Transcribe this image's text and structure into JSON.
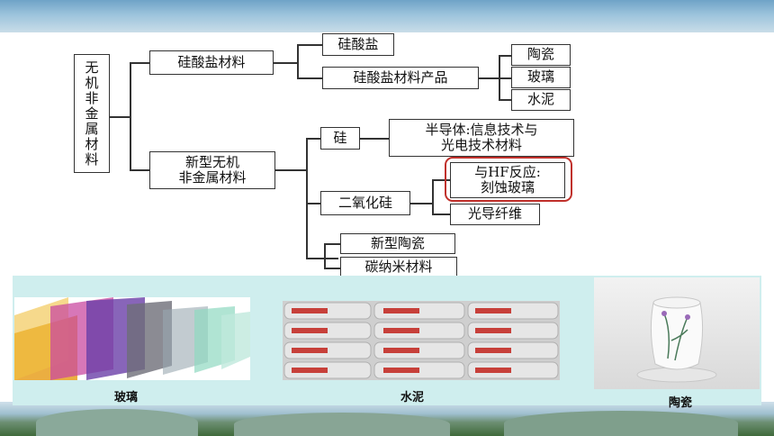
{
  "diagram": {
    "root": "无\n机\n非\n金\n属\n材\n料",
    "silicate_materials": "硅酸盐材料",
    "silicate": "硅酸盐",
    "silicate_products": "硅酸盐材料产品",
    "ceramic": "陶瓷",
    "glass": "玻璃",
    "cement": "水泥",
    "new_inorganic": "新型无机\n非金属材料",
    "silicon": "硅",
    "semiconductor": "半导体:信息技术与\n光电技术材料",
    "silica": "二氧化硅",
    "hf_reaction": "与HF反应:\n刻蚀玻璃",
    "optical_fiber": "光导纤维",
    "new_ceramic": "新型陶瓷",
    "carbon_nano": "碳纳米材料"
  },
  "photos": {
    "glass_caption": "玻璃",
    "cement_caption": "水泥",
    "ceramic_caption": "陶瓷"
  },
  "colors": {
    "highlight": "#c0302b",
    "panel": "#cfeeee"
  }
}
